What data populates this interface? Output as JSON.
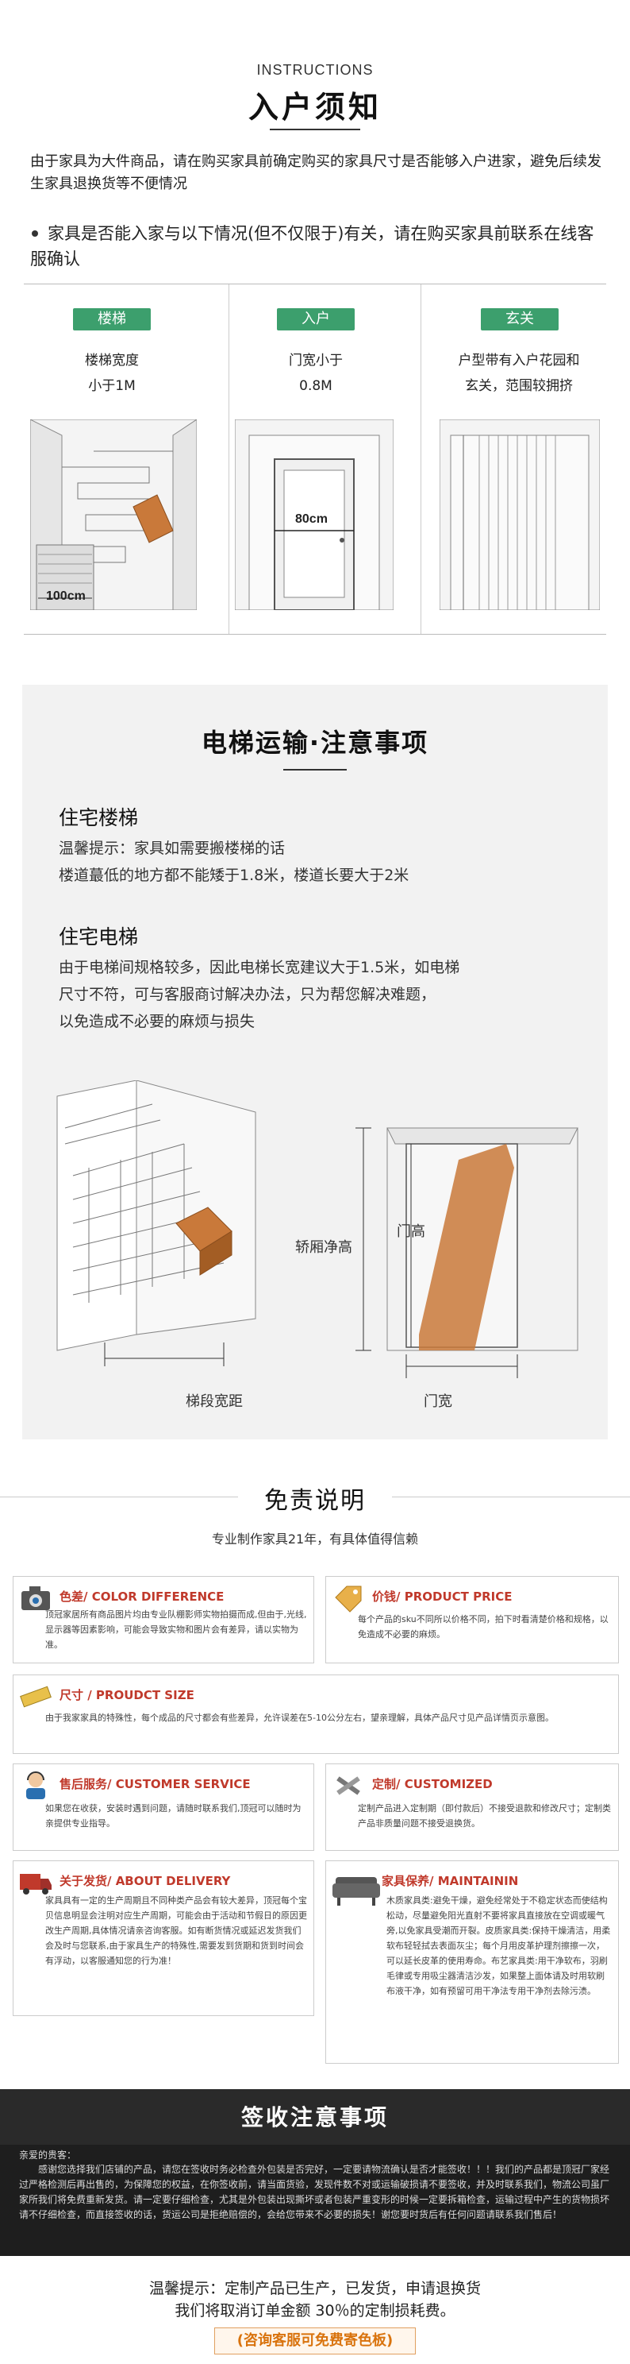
{
  "notice": {
    "en_title": "INSTRUCTIONS",
    "cn_title": "入户须知",
    "intro": "由于家具为大件商品，请在购买家具前确定购买的家具尺寸是否能够入户进家，避免后续发生家具退换货等不便情况",
    "bullet": "家具是否能入家与以下情况(但不仅限于)有关，请在购买家具前联系在线客服确认",
    "columns": [
      {
        "tag": "楼梯",
        "line1": "楼梯宽度",
        "line2": "小于1M",
        "measure": "100cm"
      },
      {
        "tag": "入户",
        "line1": "门宽小于",
        "line2": "0.8M",
        "measure": "80cm"
      },
      {
        "tag": "玄关",
        "line1": "户型带有入户花园和",
        "line2": "玄关，范围较拥挤",
        "measure": ""
      }
    ],
    "tag_color": "#3c9f6d"
  },
  "elevator": {
    "title": "电梯运输·注意事项",
    "stairs_heading": "住宅楼梯",
    "stairs_text1": "温馨提示：家具如需要搬楼梯的话",
    "stairs_text2": "楼道蕞低的地方都不能矮于1.8米，楼道长要大于2米",
    "elevator_heading": "住宅电梯",
    "elevator_text1": "由于电梯间规格较多，因此电梯长宽建议大于1.5米，如电梯",
    "elevator_text2": "尺寸不符，可与客服商讨解决办法，只为帮您解决难题，",
    "elevator_text3": "以免造成不必要的麻烦与损失",
    "label_stair_width": "梯段宽距",
    "label_cabin_height": "轿厢净高",
    "label_door_height": "门高",
    "label_door_width": "门宽",
    "box_color": "#c9793a"
  },
  "disclaimer": {
    "title": "免责说明",
    "subtitle": "专业制作家具21年，有具体值得信赖",
    "cards": [
      {
        "heading": "色差/ COLOR DIFFERENCE",
        "text": "顶冠家居所有商品图片均由专业队棚影师实物拍摄而成,但由于,光线,显示器等因素影响，可能会导致实物和图片会有差异，请以实物为准。",
        "icon": "camera-icon"
      },
      {
        "heading": "价钱/ PRODUCT PRICE",
        "text": "每个产品的sku不同所以价格不同，拍下时看清楚价格和规格，以免造成不必要的麻烦。",
        "icon": "price-tag-icon"
      },
      {
        "heading": "尺寸 / PROUDCT SIZE",
        "text": "由于我家家具的特殊性，每个成品的尺寸都会有些差异，允许误差在5-10公分左右，望亲理解，具体产品尺寸见产品详情页示意图。",
        "icon": "ruler-icon"
      },
      {
        "heading": "售后服务/ CUSTOMER SERVICE",
        "text": "如果您在收获，安装时遇到问题，请随时联系我们,顶冠可以随时为亲提供专业指导。",
        "icon": "service-icon"
      },
      {
        "heading": "定制/ CUSTOMIZED",
        "text": "定制产品进入定制期（即付款后）不接受退款和修改尺寸；定制类产品非质量问题不接受退换货。",
        "icon": "tools-icon"
      },
      {
        "heading": "关于发货/ ABOUT DELIVERY",
        "text": "家具具有一定的生产周期且不同种类产品会有较大差异，顶冠每个宝贝信息明显会注明对应生产周期，可能会由于活动和节假日的原因更改生产周期,具体情况请亲咨询客服。如有断货情况或延迟发货我们会及时与您联系,由于家具生产的特殊性,需要发到货期和货到时间会有浮动，以客服通知您的行为准！",
        "icon": "truck-icon"
      },
      {
        "heading": "家具保养/ MAINTAININ",
        "text": "木质家具类:避免干燥，避免经常处于不稳定状态而使结构松动，尽量避免阳光直射不要将家具直接放在空调或暖气旁,以免家具受潮而开裂。皮质家具类:保持干燥清洁，用柔软布轻轻拭去表面灰尘；每个月用皮革护理剂擦擦一次，可以延长皮革的使用寿命。布艺家具类:用干净软布，羽刷毛律或专用吸尘器清洁沙发，如果整上面体请及时用软刷布液干净，如有预留可用干净法专用干净剂去除污渍。",
        "icon": "sofa-icon"
      }
    ],
    "heading_color": "#c0392b"
  },
  "receipt": {
    "title": "签收注意事项",
    "greeting": "亲爱的贵客：",
    "body": "感谢您选择我们店铺的产品，请您在签收时务必检查外包装是否完好，一定要请物流确认是否才能签收！！！我们的产品都是顶冠厂家经过严格检测后再出售的，为保障您的权益，在你签收前，请当面货验，发现件数不对或运输破损请不要签收，并及时联系我们，物流公司虽厂家所我们将免费重新发货。请一定要仔细检查，尤其是外包装出现撕坏或者包装严重变形的时候一定要拆箱检查，运输过程中产生的货物损坏请不仔细检查，而直接签收的话，货运公司是拒绝赔偿的，会给您带来不必要的损失！谢您要时货后有任何问题请联系我们售后！",
    "foot1": "温馨提示：定制产品已生产，已发货，申请退换货",
    "foot2": "我们将取消订单金额 30％的定制损耗费。",
    "foot_button": "(咨询客服可免费寄色板)"
  }
}
